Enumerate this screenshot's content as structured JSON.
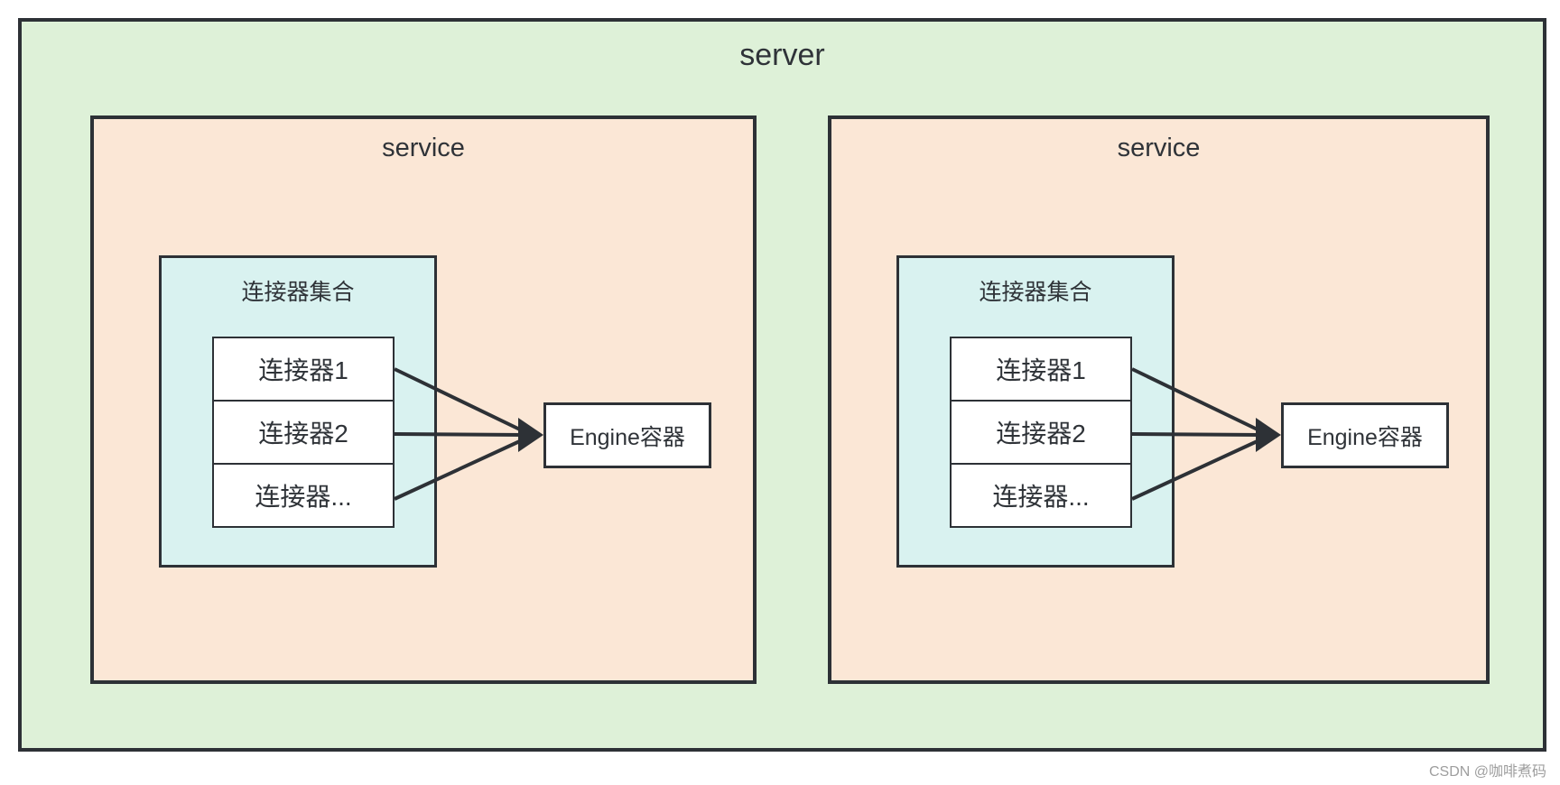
{
  "server": {
    "label": "server"
  },
  "services": [
    {
      "label": "service",
      "connector_group": {
        "label": "连接器集合",
        "connectors": [
          "连接器1",
          "连接器2",
          "连接器..."
        ]
      },
      "engine_label": "Engine容器"
    },
    {
      "label": "service",
      "connector_group": {
        "label": "连接器集合",
        "connectors": [
          "连接器1",
          "连接器2",
          "连接器..."
        ]
      },
      "engine_label": "Engine容器"
    }
  ],
  "watermark": {
    "label": "CSDN @咖啡煮码"
  },
  "colors": {
    "server_background": "#def1d8",
    "service_background": "#fbe7d6",
    "connector_group_background": "#d9f2f0",
    "node_background": "#ffffff",
    "border": "#2d3136",
    "arrow": "#2d3136",
    "watermark_text": "#9e9e9e"
  }
}
